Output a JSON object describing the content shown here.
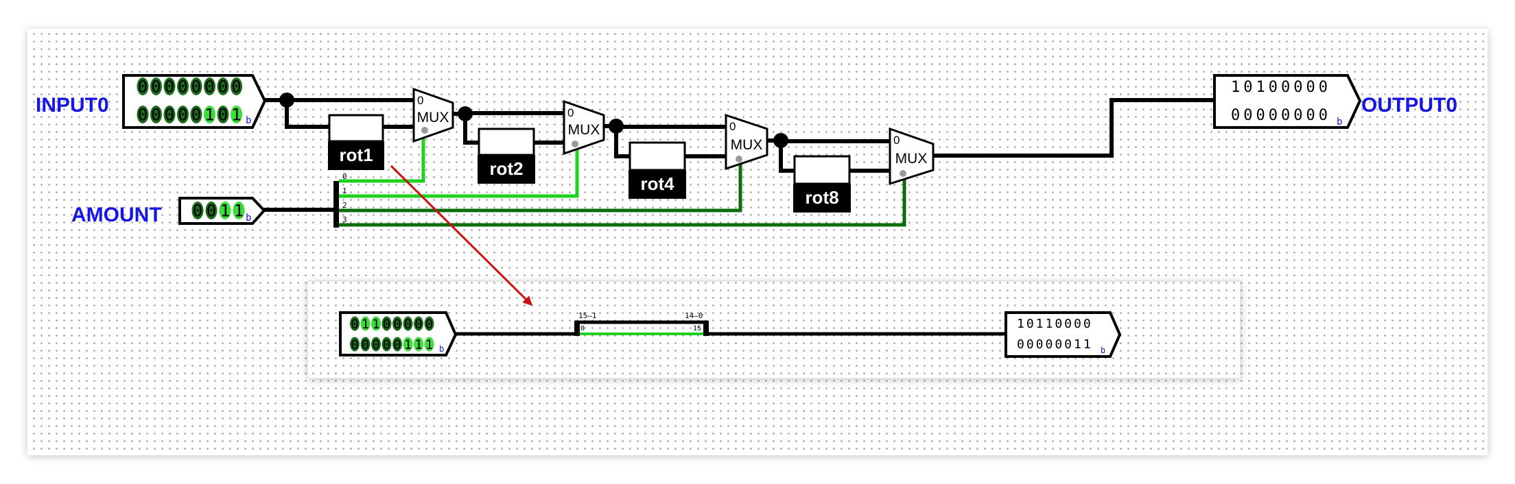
{
  "main_circuit": {
    "input_pin": {
      "label": "INPUT0",
      "row1": "00000000",
      "row2": "00000101",
      "row2_high_bits": [
        5,
        7
      ],
      "radix": "b"
    },
    "amount_pin": {
      "label": "AMOUNT",
      "value": "0011",
      "high_bits": [
        2,
        3
      ],
      "radix": "b"
    },
    "output_pin": {
      "label": "OUTPUT0",
      "row1": "10100000",
      "row2": "00000000",
      "radix": "b"
    },
    "subcircuits": [
      "rot1",
      "rot2",
      "rot4",
      "rot8"
    ],
    "mux_label": "MUX",
    "mux_select_label": "0",
    "splitter_labels": [
      "0",
      "1",
      "2",
      "3"
    ]
  },
  "inset": {
    "input_pin": {
      "row1": "01100000",
      "row1_high_bits": [
        1,
        2
      ],
      "row2": "00000111",
      "row2_high_bits": [
        5,
        6,
        7
      ],
      "radix": "b"
    },
    "splitter": {
      "top_left": "15–1",
      "top_right": "14–0",
      "bottom_left": "0",
      "bottom_right": "15"
    },
    "output_pin": {
      "row1": "10110000",
      "row2": "00000011",
      "radix": "b"
    }
  },
  "colors": {
    "wire": "#000000",
    "wire_bright": "#1fd21f",
    "wire_dark": "#0a6d0a",
    "pin_bit_bg": "#1e6b1e",
    "pin_bit_high": "#3ddc3d",
    "label_blue": "#1515e6",
    "arrow": "#cc1111",
    "grid_dot": "#9a9a9a"
  }
}
